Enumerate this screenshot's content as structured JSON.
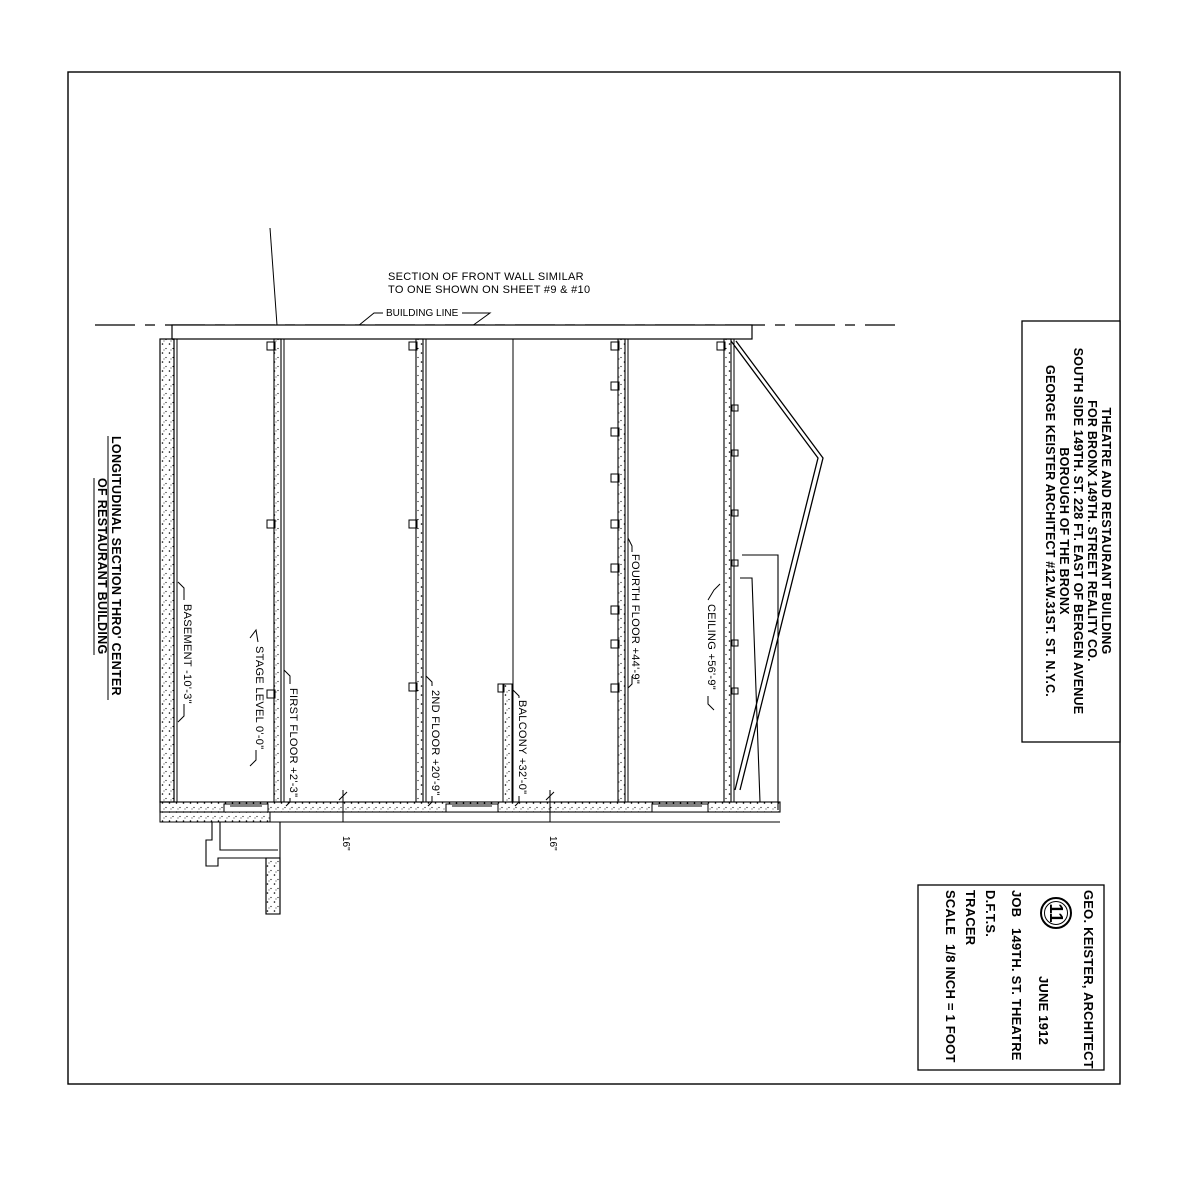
{
  "notes": {
    "front_wall_line1": "SECTION OF FRONT WALL SIMILAR",
    "front_wall_line2": "TO ONE SHOWN ON SHEET #9 & #10",
    "building_line": "BUILDING LINE"
  },
  "drawing_title": {
    "line1": "LONGITUDINAL SECTION THRO' CENTER",
    "line2": "OF RESTAURANT BUILDING"
  },
  "levels": {
    "basement": "BASEMENT -10'-3\"",
    "stage_level": "STAGE LEVEL 0'-0\"",
    "first_floor": "FIRST FLOOR +2'-3\"",
    "second_floor": "2ND FLOOR +20'-9\"",
    "balcony": "BALCONY +32'-0\"",
    "fourth_floor": "FOURTH FLOOR +44'-9\"",
    "ceiling": "CEILING +56'-9\""
  },
  "dimensions": {
    "dim1": "16\"",
    "dim2": "16\""
  },
  "project_block": {
    "line1": "THEATRE AND RESTAURANT BUILDING",
    "line2": "FOR BRONX 149TH. STREET REALITY CO.",
    "line3": "SOUTH SIDE 149TH. ST. 228 FT. EAST OF BERGEN AVENUE",
    "line4": "BOROUGH OF THE BRONX",
    "line5": "GEORGE KEISTER ARCHITECT #12.W.31ST. ST. N.Y.C."
  },
  "title_block": {
    "architect": "GEO. KEISTER, ARCHITECT",
    "sheet_number": "11",
    "date": "JUNE 1912",
    "job_label": "JOB",
    "job_value": "149TH. ST. THEATRE",
    "dfts": "D.F.T.S.",
    "tracer": "TRACER",
    "scale_label": "SCALE",
    "scale_value": "1/8 INCH = 1 FOOT"
  }
}
